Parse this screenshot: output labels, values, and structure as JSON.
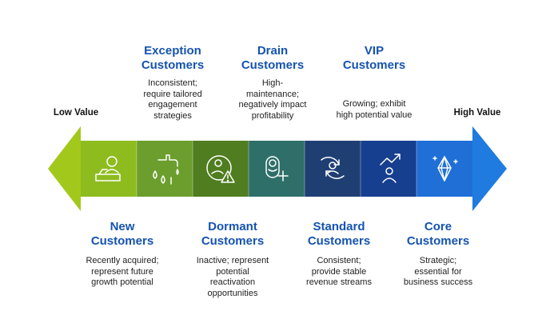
{
  "low_value_label": "Low Value",
  "high_value_label": "High Value",
  "top_segments": [
    {
      "title_line1": "Exception",
      "title_line2": "Customers",
      "desc": [
        "Inconsistent;",
        "require tailored",
        "engagement",
        "strategies"
      ]
    },
    {
      "title_line1": "Drain",
      "title_line2": "Customers",
      "desc": [
        "High-",
        "maintenance;",
        "negatively impact",
        "profitability"
      ]
    },
    {
      "title_line1": "VIP",
      "title_line2": "Customers",
      "desc": [
        "Growing; exhibit",
        "high potential value"
      ]
    }
  ],
  "bottom_segments": [
    {
      "title_line1": "New",
      "title_line2": "Customers",
      "desc": [
        "Recently acquired;",
        "represent future",
        "growth potential"
      ]
    },
    {
      "title_line1": "Dormant",
      "title_line2": "Customers",
      "desc": [
        "Inactive; represent",
        "potential",
        "reactivation",
        "opportunities"
      ]
    },
    {
      "title_line1": "Standard",
      "title_line2": "Customers",
      "desc": [
        "Consistent;",
        "provide stable",
        "revenue streams"
      ]
    },
    {
      "title_line1": "Core",
      "title_line2": "Customers",
      "desc": [
        "Strategic;",
        "essential for",
        "business success"
      ]
    }
  ],
  "colors": {
    "left_arrow": "#9cc21a",
    "seg": [
      "#8ebc1f",
      "#6b9e2d",
      "#4f7d1f",
      "#2f6f6a",
      "#1f3f73",
      "#163f8f",
      "#1f6fd6"
    ],
    "right_arrow": "#1f7be0",
    "title": "#1553b0"
  },
  "icons": [
    "person-at-desk-icon",
    "faucet-drip-icon",
    "person-warning-icon",
    "baby-plus-icon",
    "person-refresh-icon",
    "person-growth-icon",
    "diamond-sparkle-icon"
  ]
}
